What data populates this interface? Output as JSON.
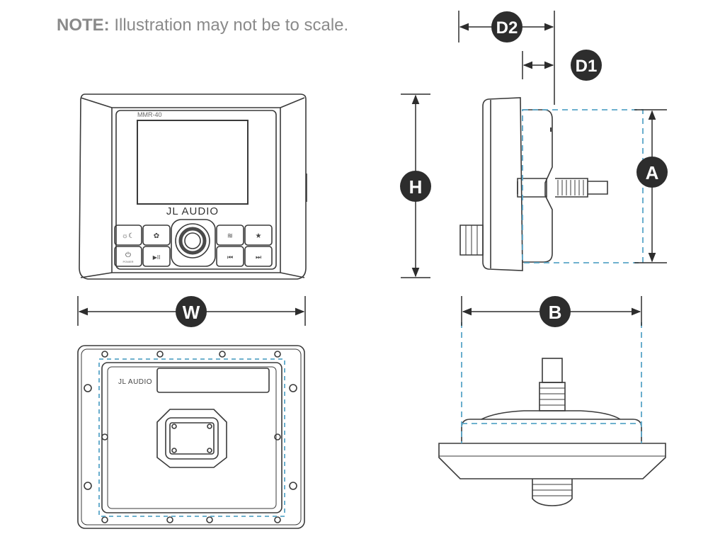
{
  "note": {
    "bold": "NOTE:",
    "text": "Illustration may not be to scale."
  },
  "device": {
    "model_label": "MMR-40",
    "brand_label": "JL AUDIO",
    "rear_brand_label": "JL AUDIO",
    "button_symbols": [
      "☼☾",
      "✿",
      "≋",
      "★",
      "⏻",
      "▶II",
      "⏮",
      "⏭"
    ],
    "power_button_caption": "POWER"
  },
  "dimensions": {
    "labels": [
      "D2",
      "D1",
      "H",
      "A",
      "W",
      "B"
    ]
  },
  "colors": {
    "line": "#3a3a3a",
    "badge": "#2d2d2d",
    "badge_text": "#ffffff",
    "dashed": "#5aa6c8",
    "note": "#8a8a8a"
  }
}
